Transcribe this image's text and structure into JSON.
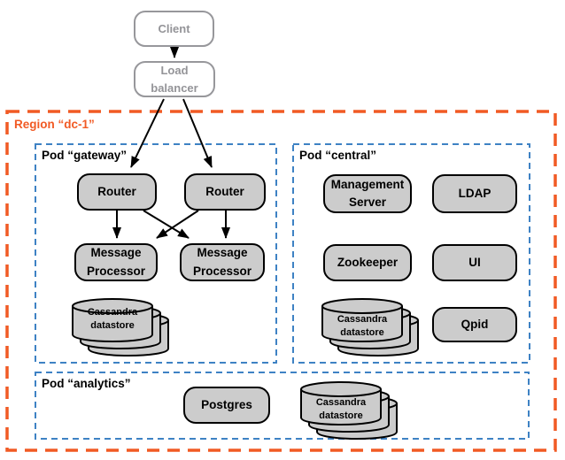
{
  "external": {
    "client": "Client",
    "load_balancer": "Load balancer"
  },
  "region": {
    "label": "Region “dc-1”"
  },
  "pods": {
    "gateway": {
      "label": "Pod “gateway”",
      "nodes": {
        "router_1": "Router",
        "router_2": "Router",
        "message_processor_1": "Message Processor",
        "message_processor_2": "Message Processor",
        "cassandra": "Cassandra datastore"
      }
    },
    "central": {
      "label": "Pod “central”",
      "nodes": {
        "management_server": "Management Server",
        "ldap": "LDAP",
        "zookeeper": "Zookeeper",
        "ui": "UI",
        "cassandra": "Cassandra datastore",
        "qpid": "Qpid"
      }
    },
    "analytics": {
      "label": "Pod “analytics”",
      "nodes": {
        "postgres": "Postgres",
        "cassandra": "Cassandra datastore"
      }
    }
  },
  "colors": {
    "region_border": "#f15a24",
    "pod_border": "#3e82c4",
    "node_fill": "#cccccc",
    "node_border": "#000000",
    "external_border": "#97979b",
    "arrow": "#000000"
  }
}
